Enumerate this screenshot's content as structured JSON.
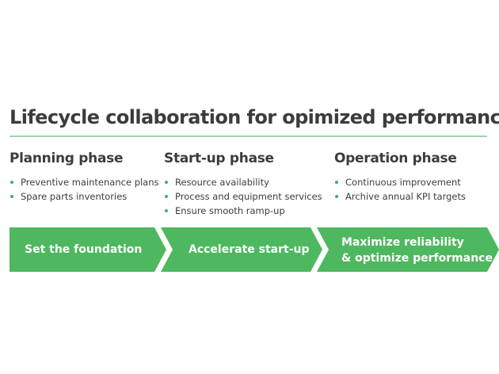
{
  "title": "Lifecycle collaboration for opimized performance",
  "colors": {
    "accent": "#4db85f",
    "rule": "#9fd7ad",
    "bullet": "#44b05a",
    "text": "#3c3c3c"
  },
  "phases": [
    {
      "heading": "Planning phase",
      "items": [
        "Preventive maintenance plans",
        "Spare parts inventories"
      ]
    },
    {
      "heading": "Start-up phase",
      "items": [
        "Resource availability",
        "Process and equipment services",
        "Ensure smooth ramp-up"
      ]
    },
    {
      "heading": "Operation phase",
      "items": [
        "Continuous improvement",
        "Archive annual KPI targets"
      ]
    }
  ],
  "steps": [
    {
      "line1": "Set the foundation",
      "line2": ""
    },
    {
      "line1": "Accelerate start-up",
      "line2": ""
    },
    {
      "line1": "Maximize reliability",
      "line2": "& optimize performance"
    }
  ]
}
